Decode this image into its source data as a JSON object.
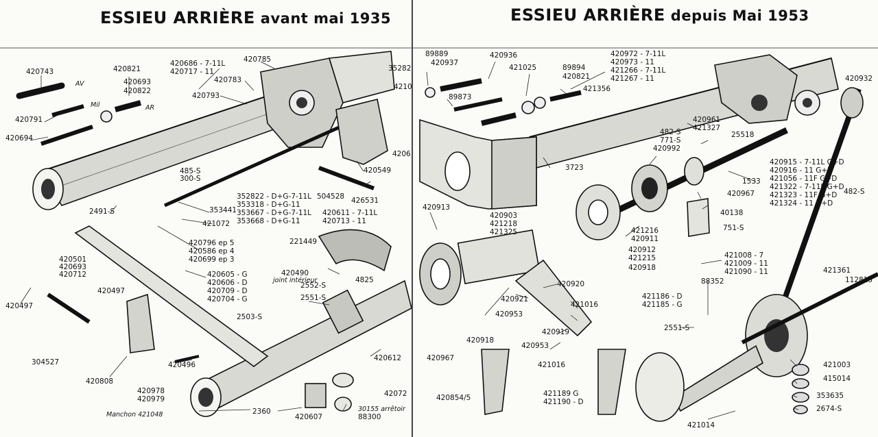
{
  "left": {
    "title_main": "ESSIEU ARRIÈRE",
    "title_sub": "avant mai 1935",
    "labels": [
      "420743",
      "AV",
      "420821",
      "420693",
      "420822",
      "Mil",
      "AR",
      "420791",
      "420694",
      "420686 - 7-11L",
      "420717 - 11",
      "420785",
      "420783",
      "420793",
      "35282",
      "4210",
      "485-S",
      "300-S",
      "2491-S",
      "353441",
      "421072",
      "420549",
      "4206",
      "504528",
      "426531",
      "352822 - D+G-7-11L",
      "353318 - D+G-11",
      "353667 - D+G-7-11L",
      "353668 - D+G-11",
      "420611 - 7-11L",
      "420713 - 11",
      "420796 ep 5",
      "420586 ep 4",
      "420699 ep 3",
      "420501",
      "420693",
      "420712",
      "420497",
      "420497",
      "420605 - G",
      "420606 - D",
      "420709 - D",
      "420704 - G",
      "221449",
      "420490",
      "joint intérieur",
      "2552-S",
      "2551-S",
      "4825",
      "2503-S",
      "304527",
      "420496",
      "420612",
      "420808",
      "420978",
      "420979",
      "Manchon 421048",
      "2360",
      "420607",
      "30155 arrêtoir",
      "88300",
      "42072"
    ]
  },
  "right": {
    "title_main": "ESSIEU ARRIÈRE",
    "title_sub": "depuis Mai 1953",
    "labels": [
      "89889",
      "420937",
      "420936",
      "421025",
      "89894",
      "420821",
      "89873",
      "421356",
      "420972 - 7-11L",
      "420973 - 11",
      "421266 - 7-11L",
      "421267 - 11",
      "420932",
      "420961",
      "421327",
      "25518",
      "482-S",
      "771-S",
      "420992",
      "3723",
      "420915 - 7-11L G+D",
      "420916 - 11 G+D",
      "421056 - 11F G+D",
      "421322 - 7-11L G+D",
      "421323 - 11F G+D",
      "421324 - 11 G+D",
      "1533",
      "420967",
      "40138",
      "751-S",
      "420913",
      "420903",
      "421218",
      "421325",
      "421216",
      "420911",
      "420912",
      "421215",
      "420918",
      "420920",
      "420921",
      "421016",
      "420953",
      "420918",
      "420919",
      "420953",
      "421016",
      "420967",
      "421008 - 7",
      "421009 - 11",
      "421090 - 11",
      "88352",
      "421186 - D",
      "421185 - G",
      "2551-S",
      "421361",
      "112815",
      "482-S",
      "421003",
      "415014",
      "353635",
      "2674-S",
      "420854/5",
      "421189 G",
      "421190 - D",
      "421014"
    ]
  }
}
